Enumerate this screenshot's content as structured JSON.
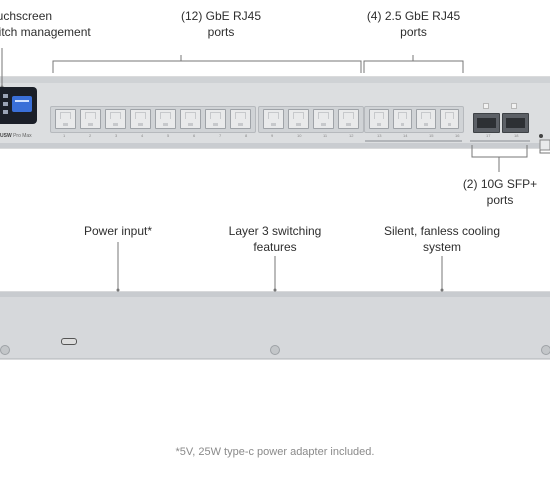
{
  "callouts": {
    "touchscreen": {
      "line1": "Touchscreen",
      "line2": "switch management"
    },
    "gbe_rj45": {
      "line1": "(12) GbE RJ45",
      "line2": "ports"
    },
    "rj45_25g": {
      "line1": "(4) 2.5 GbE RJ45",
      "line2": "ports"
    },
    "sfp": {
      "line1": "(2) 10G SFP+",
      "line2": "ports"
    },
    "power": {
      "line1": "Power input*"
    },
    "layer3": {
      "line1": "Layer 3 switching",
      "line2": "features"
    },
    "cooling": {
      "line1": "Silent, fanless cooling",
      "line2": "system"
    }
  },
  "device": {
    "brand": "USW",
    "model": "Pro Max",
    "port_numbers": [
      "1",
      "2",
      "3",
      "4",
      "5",
      "6",
      "7",
      "8",
      "9",
      "10",
      "11",
      "12",
      "13",
      "14",
      "15",
      "16",
      "17",
      "18"
    ]
  },
  "footnote": "*5V, 25W type-c power adapter included.",
  "colors": {
    "chassis": "#d9dbdd",
    "chassis_edge": "#b7babd",
    "screen": "#1b1f28",
    "line": "#7a7a7a"
  }
}
